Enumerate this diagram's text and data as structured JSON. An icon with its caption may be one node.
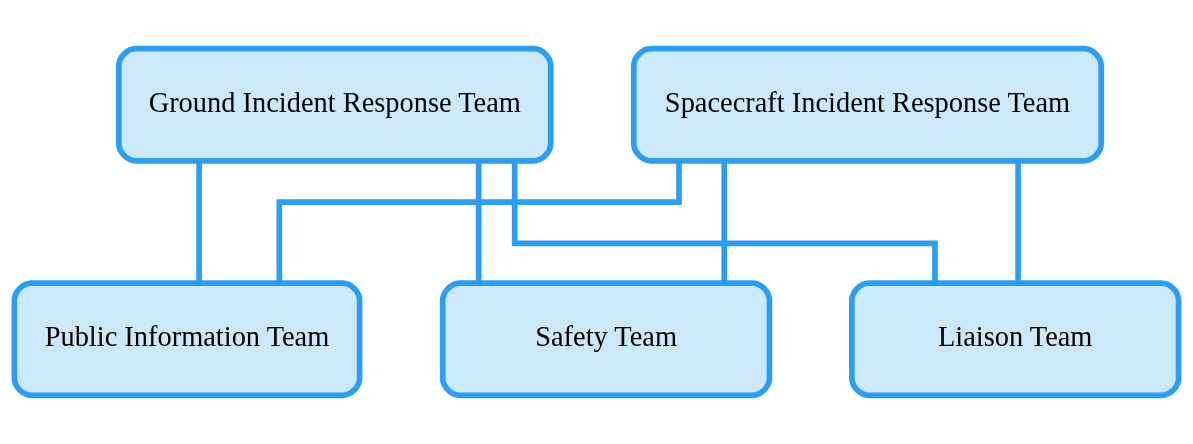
{
  "diagram": {
    "nodes": [
      {
        "text": [
          "Ground Incident Response Team"
        ]
      },
      {
        "text": [
          "Spacecraft Incident Response Team"
        ]
      },
      {
        "text": [
          "Public Information Team"
        ]
      },
      {
        "text": [
          "Safety Team"
        ]
      },
      {
        "text": [
          "Liaison Team"
        ]
      }
    ],
    "edges": [
      {
        "from": 0,
        "to": 2,
        "arrow": "none"
      },
      {
        "from": 0,
        "to": 3,
        "arrow": "none"
      },
      {
        "from": 0,
        "to": 4,
        "arrow": "none"
      },
      {
        "from": 1,
        "to": 2,
        "arrow": "none"
      },
      {
        "from": 1,
        "to": 3,
        "arrow": "none"
      },
      {
        "from": 1,
        "to": 4,
        "arrow": "none"
      }
    ]
  }
}
